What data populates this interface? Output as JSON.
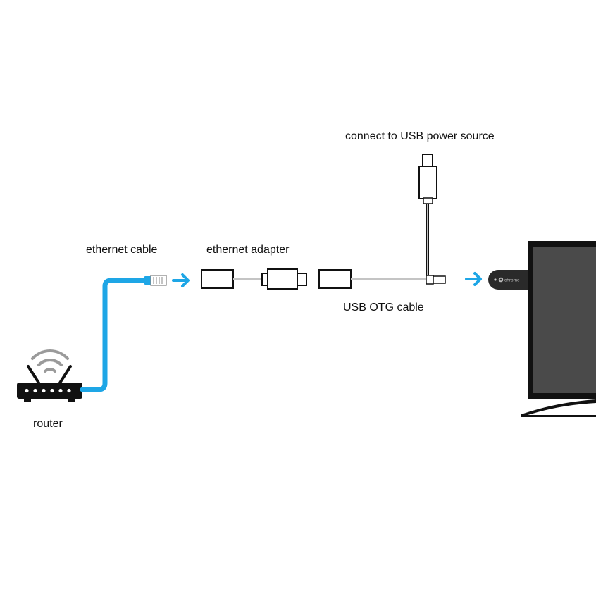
{
  "labels": {
    "power": "connect to USB power source",
    "ethernet_cable": "ethernet cable",
    "ethernet_adapter": "ethernet adapter",
    "otg_cable": "USB OTG cable",
    "router": "router",
    "chromecast_brand": "chrome"
  },
  "colors": {
    "cable_blue": "#1ea6e6",
    "outline": "#111111",
    "cable_gray": "#9a9a9a",
    "router_body": "#111111",
    "wifi_gray": "#9a9a9a",
    "tv_bezel": "#111111",
    "tv_screen": "#4a4a4a",
    "dongle": "#2a2a2a"
  },
  "icons": [
    "router-icon",
    "wifi-icon",
    "arrow-right-icon",
    "ethernet-plug-icon",
    "usb-plug-icon",
    "chromecast-dongle-icon",
    "tv-icon"
  ]
}
